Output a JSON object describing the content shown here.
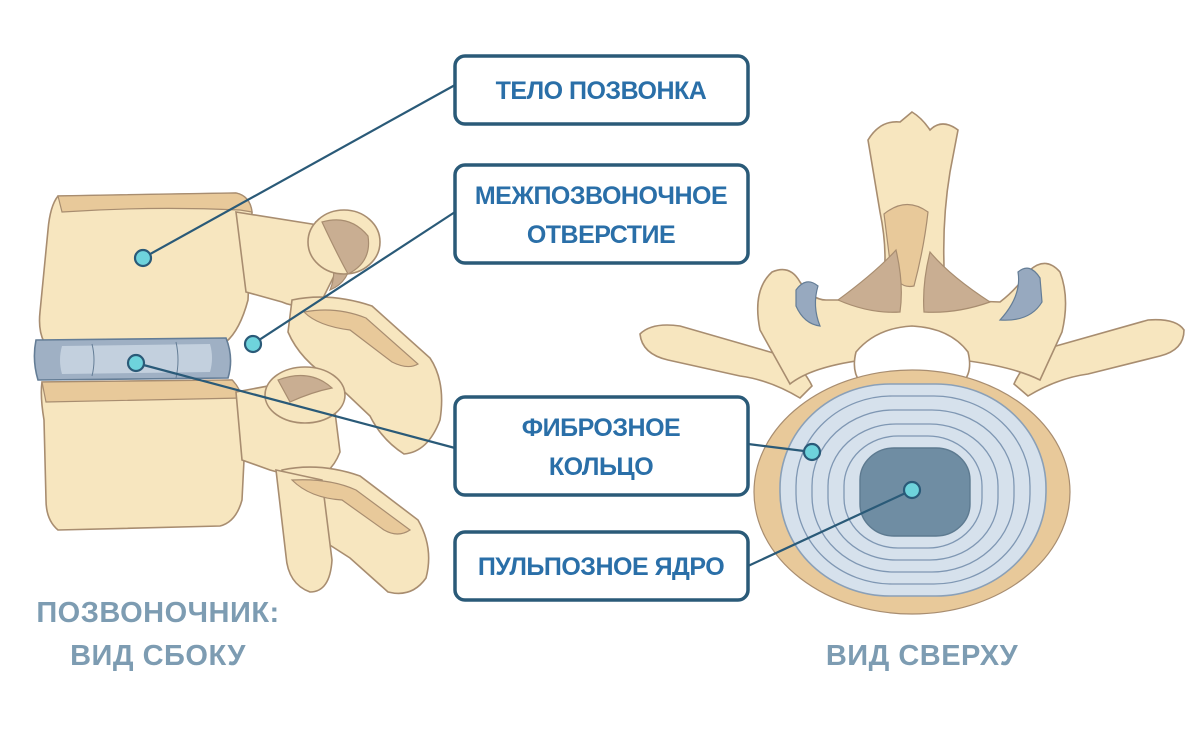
{
  "labels": {
    "vertebral_body": "ТЕЛО ПОЗВОНКА",
    "foramen_line1": "МЕЖПОЗВОНОЧНОЕ",
    "foramen_line2": "ОТВЕРСТИЕ",
    "annulus_line1": "ФИБРОЗНОЕ",
    "annulus_line2": "КОЛЬЦО",
    "nucleus": "ПУЛЬПОЗНОЕ ЯДРО"
  },
  "captions": {
    "side_line1": "ПОЗВОНОЧНИК:",
    "side_line2": "ВИД СБОКУ",
    "top": "ВИД СВЕРХУ"
  },
  "colors": {
    "box_border": "#2a5a78",
    "label_text": "#2a6fa8",
    "caption_text": "#7d9cb2",
    "marker": "#6ed3dc",
    "bone": "#f7e6bf",
    "bone_outline": "#a88d70",
    "disc": "#9fb0c4",
    "annulus": "#d6e1ec",
    "nucleus": "#6f8da3"
  }
}
